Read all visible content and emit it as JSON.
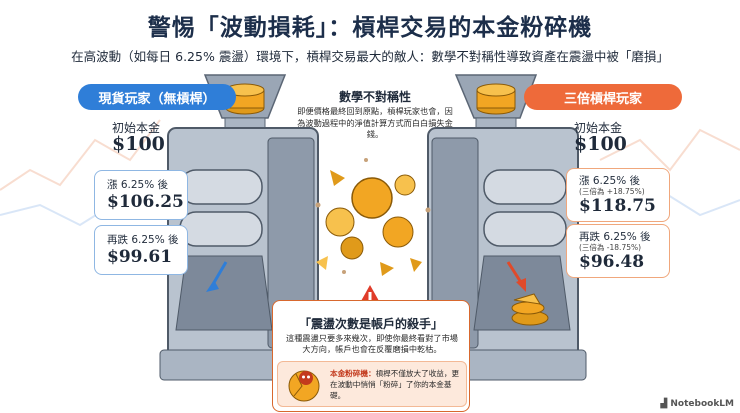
{
  "title": "警惕「波動損耗」：槓桿交易的本金粉碎機",
  "subtitle": "在高波動（如每日 6.25% 震盪）環境下，槓桿交易最大的敵人：數學不對稱性導致資產在震盪中被「磨損」",
  "left_panel": {
    "pill": "現貨玩家（無槓桿）",
    "initial_label": "初始本金",
    "initial_value": "$100",
    "rise_label": "漲 6.25% 後",
    "rise_value": "$106.25",
    "fall_label": "再跌 6.25% 後",
    "fall_value": "$99.61"
  },
  "right_panel": {
    "pill": "三倍槓桿玩家",
    "initial_label": "初始本金",
    "initial_value": "$100",
    "rise_label": "漲 6.25% 後",
    "rise_sub": "(三倍為 +18.75%)",
    "rise_value": "$118.75",
    "fall_label": "再跌 6.25% 後",
    "fall_sub": "(三倍為 -18.75%)",
    "fall_value": "$96.48"
  },
  "center": {
    "title": "數學不對稱性",
    "body": "即便價格最終回到原點，槓桿玩家也會，因為波動過程中的淨值計算方式而白白損失金錢。"
  },
  "alert": {
    "title": "「震盪次數是帳戶的殺手」",
    "body": "這種震盪只要多來幾次，即使你最終看對了市場大方向，帳戶也會在反覆磨損中乾枯。",
    "note_label": "本金粉碎機：",
    "note_body": "槓桿不僅放大了收益，更在波動中悄悄「粉碎」了你的本金基礎。"
  },
  "brand": "NotebookLM",
  "colors": {
    "blue": "#2f7ed8",
    "orange": "#ee6a3a",
    "coin": "#f2a623",
    "machine": "#8a96a6"
  },
  "icons": [
    "warning-icon",
    "skull-icon",
    "notebooklm-logo"
  ]
}
